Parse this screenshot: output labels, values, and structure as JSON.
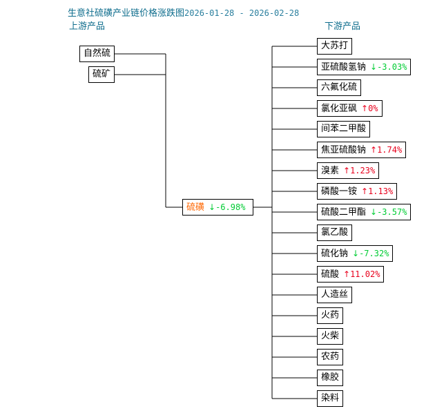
{
  "header": {
    "title": "生意社硫磺产业链价格涨跌图",
    "date_range": "2026-01-28 - 2026-02-28",
    "upstream_heading": "上游产品",
    "downstream_heading": "下游产品"
  },
  "colors": {
    "title": "#0d6c8c",
    "center_node_text": "#ff6600",
    "up": "#e8001c",
    "down": "#00cc33",
    "line": "#000000",
    "box_border": "#000000",
    "background": "#ffffff"
  },
  "center": {
    "name": "硫磺",
    "arrow": "↓",
    "change": "-6.98%",
    "direction": "down"
  },
  "upstream": [
    {
      "name": "自然硫",
      "arrow": "",
      "change": "",
      "direction": "none"
    },
    {
      "name": "硫矿",
      "arrow": "",
      "change": "",
      "direction": "none"
    }
  ],
  "downstream": [
    {
      "name": "大苏打",
      "arrow": "",
      "change": "",
      "direction": "none"
    },
    {
      "name": "亚硫酸氢钠",
      "arrow": "↓",
      "change": "-3.03%",
      "direction": "down"
    },
    {
      "name": "六氟化硫",
      "arrow": "",
      "change": "",
      "direction": "none"
    },
    {
      "name": "氯化亚砜",
      "arrow": "↑",
      "change": "0%",
      "direction": "flat"
    },
    {
      "name": "间苯二甲酸",
      "arrow": "",
      "change": "",
      "direction": "none"
    },
    {
      "name": "焦亚硫酸钠",
      "arrow": "↑",
      "change": "1.74%",
      "direction": "up"
    },
    {
      "name": "溴素",
      "arrow": "↑",
      "change": "1.23%",
      "direction": "up"
    },
    {
      "name": "磷酸一铵",
      "arrow": "↑",
      "change": "1.13%",
      "direction": "up"
    },
    {
      "name": "硫酸二甲酯",
      "arrow": "↓",
      "change": "-3.57%",
      "direction": "down"
    },
    {
      "name": "氯乙酸",
      "arrow": "",
      "change": "",
      "direction": "none"
    },
    {
      "name": "硫化钠",
      "arrow": "↓",
      "change": "-7.32%",
      "direction": "down"
    },
    {
      "name": "硫酸",
      "arrow": "↑",
      "change": "11.02%",
      "direction": "up"
    },
    {
      "name": "人造丝",
      "arrow": "",
      "change": "",
      "direction": "none"
    },
    {
      "name": "火药",
      "arrow": "",
      "change": "",
      "direction": "none"
    },
    {
      "name": "火柴",
      "arrow": "",
      "change": "",
      "direction": "none"
    },
    {
      "name": "农药",
      "arrow": "",
      "change": "",
      "direction": "none"
    },
    {
      "name": "橡胶",
      "arrow": "",
      "change": "",
      "direction": "none"
    },
    {
      "name": "染料",
      "arrow": "",
      "change": "",
      "direction": "none"
    }
  ],
  "chart_data": {
    "type": "diagram",
    "title": "生意社硫磺产业链价格涨跌图",
    "subtitle": "2026-01-28 - 2026-02-28",
    "center_product": "硫磺",
    "center_change_pct": -6.98,
    "upstream_products": [
      "自然硫",
      "硫矿"
    ],
    "downstream_products": [
      {
        "label": "大苏打",
        "change_pct": null
      },
      {
        "label": "亚硫酸氢钠",
        "change_pct": -3.03
      },
      {
        "label": "六氟化硫",
        "change_pct": null
      },
      {
        "label": "氯化亚砜",
        "change_pct": 0
      },
      {
        "label": "间苯二甲酸",
        "change_pct": null
      },
      {
        "label": "焦亚硫酸钠",
        "change_pct": 1.74
      },
      {
        "label": "溴素",
        "change_pct": 1.23
      },
      {
        "label": "磷酸一铵",
        "change_pct": 1.13
      },
      {
        "label": "硫酸二甲酯",
        "change_pct": -3.57
      },
      {
        "label": "氯乙酸",
        "change_pct": null
      },
      {
        "label": "硫化钠",
        "change_pct": -7.32
      },
      {
        "label": "硫酸",
        "change_pct": 11.02
      },
      {
        "label": "人造丝",
        "change_pct": null
      },
      {
        "label": "火药",
        "change_pct": null
      },
      {
        "label": "火柴",
        "change_pct": null
      },
      {
        "label": "农药",
        "change_pct": null
      },
      {
        "label": "橡胶",
        "change_pct": null
      },
      {
        "label": "染料",
        "change_pct": null
      }
    ]
  }
}
